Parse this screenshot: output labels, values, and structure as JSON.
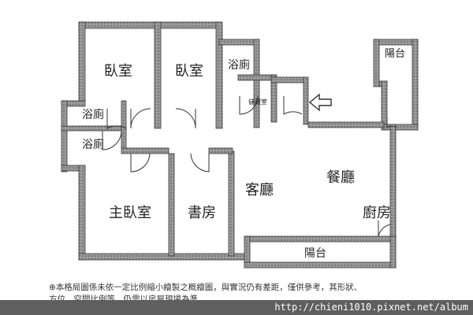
{
  "rooms": {
    "bedroom_1": "臥室",
    "bedroom_2": "臥室",
    "bathroom_top": "浴廁",
    "storage": "儲藏室",
    "balcony_top": "陽台",
    "bathroom_left_1": "浴廁",
    "bathroom_left_2": "浴廁",
    "living_room": "客廳",
    "dining_room": "餐廳",
    "master_bedroom": "主臥室",
    "study": "書房",
    "kitchen": "廚房",
    "balcony_bottom": "陽台"
  },
  "disclaimer": {
    "line1": "本格局圖係未依一定比例縮小繪製之概繪圖，與實況仍有差距，僅供參考，其形狀、",
    "line2": "方位、空間比例等，仍需以房屋現場為準。"
  },
  "footer": {
    "url": "http://chieni1010.pixnet.net/album"
  },
  "colors": {
    "wall": "#8a8a8a",
    "wall_edge": "#3a3a3a",
    "footer_bg": "#5f5f5f"
  }
}
